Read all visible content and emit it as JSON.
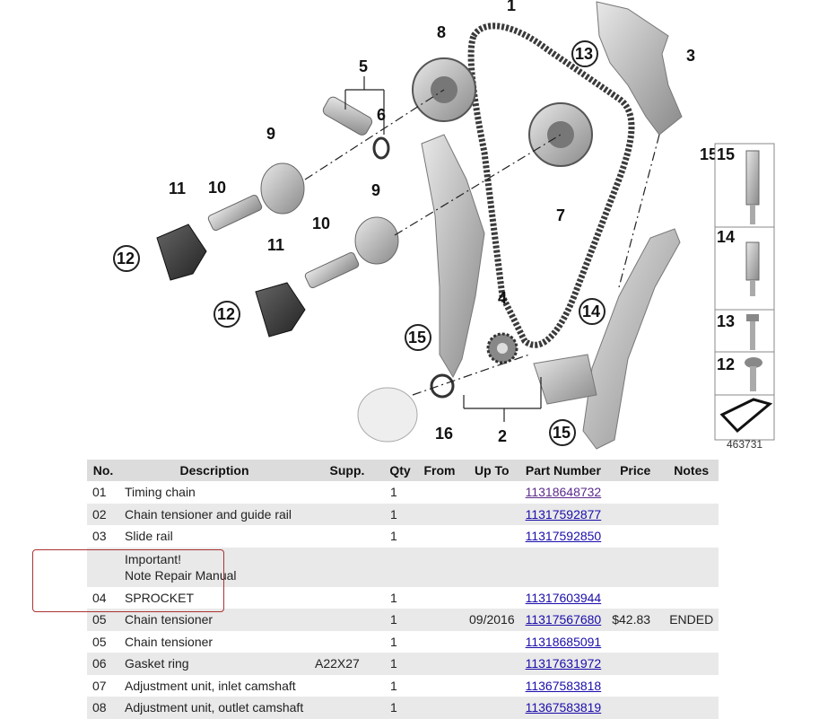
{
  "diagram": {
    "image_number": "463731",
    "callouts": [
      "1",
      "2",
      "3",
      "4",
      "5",
      "6",
      "7",
      "8",
      "9",
      "9",
      "10",
      "10",
      "11",
      "11",
      "12",
      "12",
      "13",
      "14",
      "15",
      "15",
      "16"
    ],
    "legend": [
      "15",
      "14",
      "13",
      "12"
    ]
  },
  "table": {
    "headers": [
      "No.",
      "Description",
      "Supp.",
      "Qty",
      "From",
      "Up To",
      "Part Number",
      "Price",
      "Notes"
    ],
    "rows": [
      {
        "no": "01",
        "desc": "Timing chain",
        "supp": "",
        "qty": "1",
        "from": "",
        "upto": "",
        "pn": "11318648732",
        "price": "",
        "notes": "",
        "visited": true
      },
      {
        "no": "02",
        "desc": "Chain tensioner and guide rail",
        "supp": "",
        "qty": "1",
        "from": "",
        "upto": "",
        "pn": "11317592877",
        "price": "",
        "notes": ""
      },
      {
        "no": "03",
        "desc": "Slide rail",
        "supp": "",
        "qty": "1",
        "from": "",
        "upto": "",
        "pn": "11317592850",
        "price": "",
        "notes": ""
      },
      {
        "no": "",
        "desc": "Important!",
        "desc2": "Note Repair Manual",
        "supp": "",
        "qty": "",
        "from": "",
        "upto": "",
        "pn": "",
        "price": "",
        "notes": "",
        "note": true
      },
      {
        "no": "04",
        "desc": "SPROCKET",
        "supp": "",
        "qty": "1",
        "from": "",
        "upto": "",
        "pn": "11317603944",
        "price": "",
        "notes": ""
      },
      {
        "no": "05",
        "desc": "Chain tensioner",
        "supp": "",
        "qty": "1",
        "from": "",
        "upto": "09/2016",
        "pn": "11317567680",
        "price": "$42.83",
        "notes": "ENDED"
      },
      {
        "no": "05",
        "desc": "Chain tensioner",
        "supp": "",
        "qty": "1",
        "from": "",
        "upto": "",
        "pn": "11318685091",
        "price": "",
        "notes": ""
      },
      {
        "no": "06",
        "desc": "Gasket ring",
        "supp": "A22X27",
        "qty": "1",
        "from": "",
        "upto": "",
        "pn": "11317631972",
        "price": "",
        "notes": ""
      },
      {
        "no": "07",
        "desc": "Adjustment unit, inlet camshaft",
        "supp": "",
        "qty": "1",
        "from": "",
        "upto": "",
        "pn": "11367583818",
        "price": "",
        "notes": ""
      },
      {
        "no": "08",
        "desc": "Adjustment unit, outlet camshaft",
        "supp": "",
        "qty": "1",
        "from": "",
        "upto": "",
        "pn": "11367583819",
        "price": "",
        "notes": ""
      }
    ]
  }
}
